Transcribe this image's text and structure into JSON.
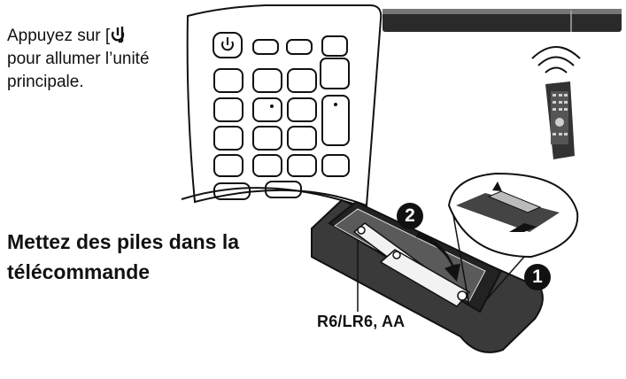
{
  "instruction_power": {
    "line1": "Appuyez sur [",
    "line2": "pour allumer l’unité",
    "line3": "principale."
  },
  "battery_heading": {
    "line1": "Mettez des piles dans la",
    "line2": "télécommande"
  },
  "battery_type_label": "R6/LR6, AA",
  "step_badges": {
    "step1": "1",
    "step2": "2"
  },
  "icons": [
    "power-icon",
    "remote-control-icon",
    "soundbar-icon",
    "signal-waves-icon",
    "arrow-icon",
    "battery-icon"
  ],
  "colors": {
    "line": "#111111",
    "device_dark": "#2a2a2a",
    "device_mid": "#555555",
    "background": "#ffffff"
  }
}
